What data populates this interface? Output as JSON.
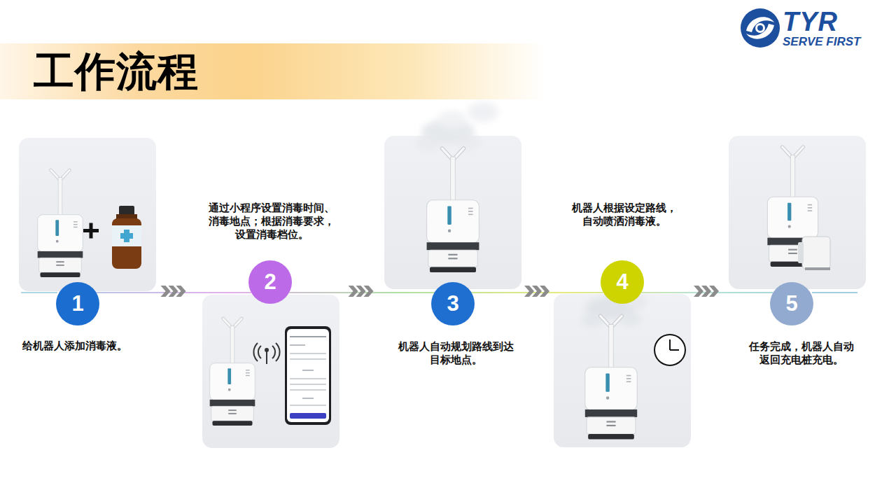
{
  "diagram": {
    "title": "工作流程",
    "nodes": [
      {
        "text": [
          "1",
          "给机器人添加消毒液。"
        ]
      },
      {
        "text": [
          "2",
          "通过小程序设置消毒时间、消毒地点；根据消毒要求，设置消毒档位。"
        ]
      },
      {
        "text": [
          "3",
          "机器人自动规划路线到达目标地点。"
        ]
      },
      {
        "text": [
          "4",
          "机器人根据设定路线，自动喷洒消毒液。"
        ]
      },
      {
        "text": [
          "5",
          "任务完成，机器人自动返回充电桩充电。"
        ]
      }
    ],
    "edges": [
      {
        "from": 0,
        "to": 1,
        "arrow": "to"
      },
      {
        "from": 1,
        "to": 2,
        "arrow": "to"
      },
      {
        "from": 2,
        "to": 3,
        "arrow": "to"
      },
      {
        "from": 3,
        "to": 4,
        "arrow": "to"
      }
    ],
    "labels": [
      "TYR",
      "SERVE FIRST"
    ]
  }
}
